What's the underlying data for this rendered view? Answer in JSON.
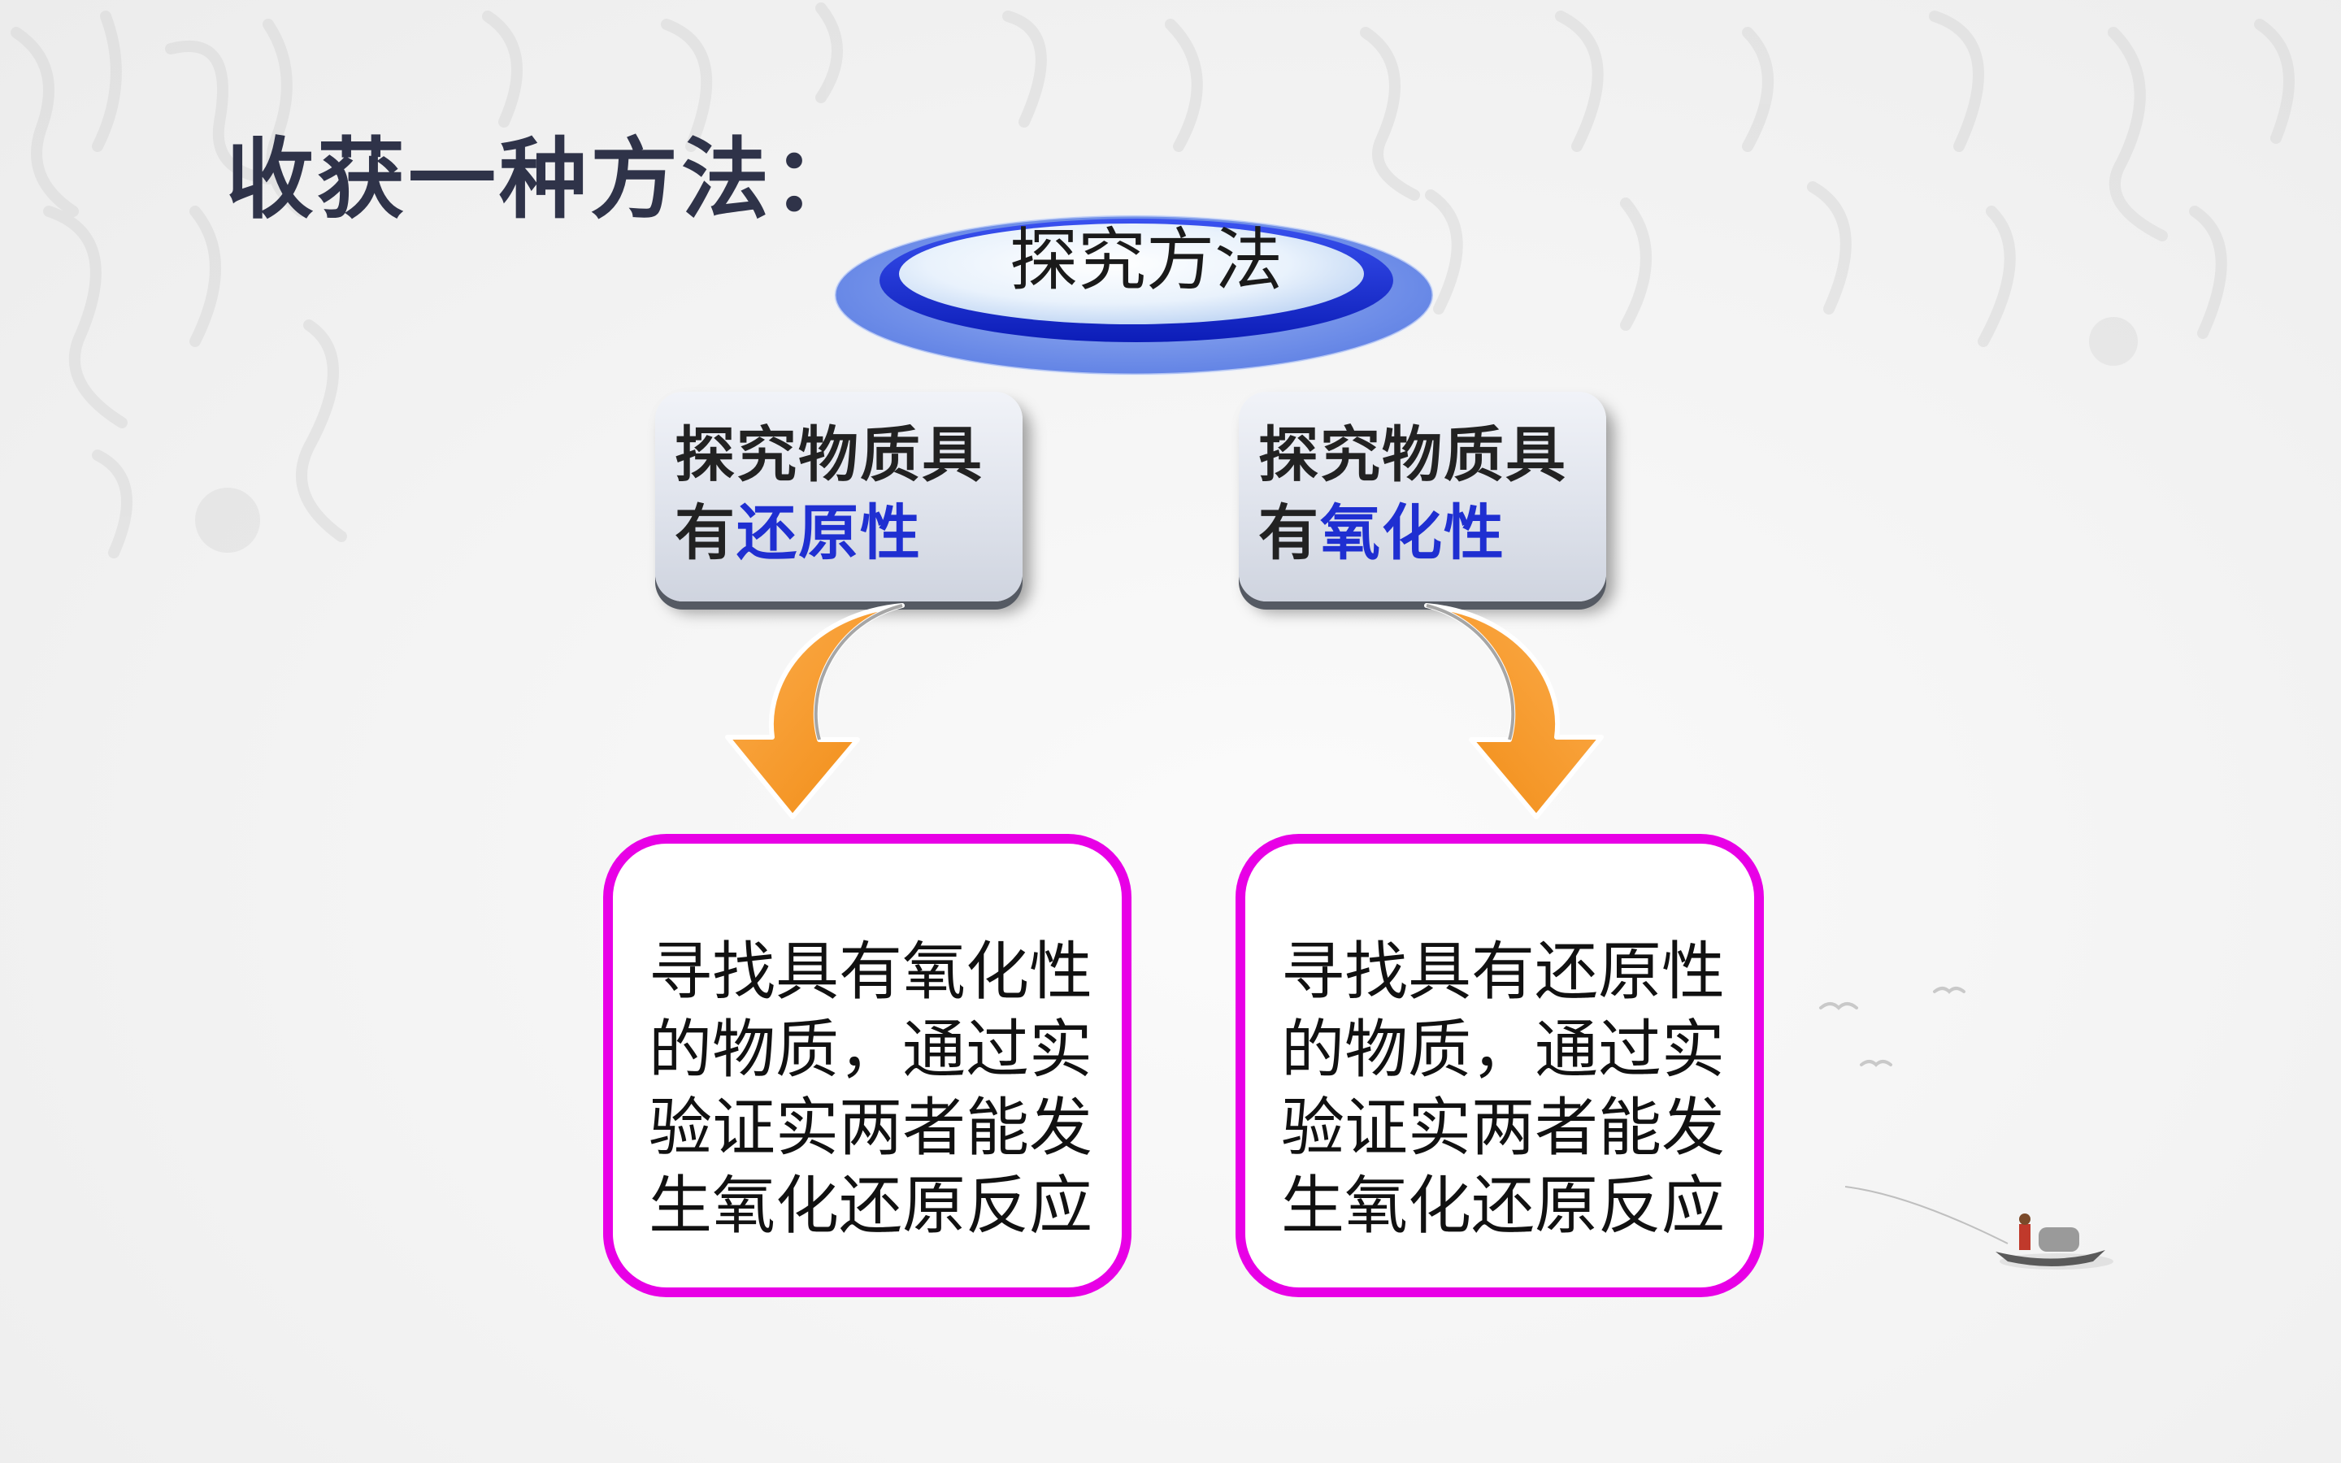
{
  "title": "收获一种方法：",
  "method": {
    "label": "探究方法"
  },
  "left_branch": {
    "line1": "探究物质具",
    "line2_prefix": "有",
    "line2_highlight": "还原性",
    "result_lines": [
      "寻找具有氧化性",
      "的物质，通过实",
      "验证实两者能发",
      "生氧化还原反应"
    ]
  },
  "right_branch": {
    "line1": "探究物质具",
    "line2_prefix": "有",
    "line2_highlight": "氧化性",
    "result_lines": [
      "寻找具有还原性",
      "的物质，通过实",
      "验证实两者能发",
      "生氧化还原反应"
    ]
  },
  "colors": {
    "title": "#2f3349",
    "highlight": "#1f2fd1",
    "result_border": "#e800e6",
    "arrow": "#f7941d",
    "ellipse_blue": "#1a2fd8"
  },
  "icons": [
    "down-curved-arrow-icon",
    "fishing-boat-icon",
    "birds-icon"
  ]
}
